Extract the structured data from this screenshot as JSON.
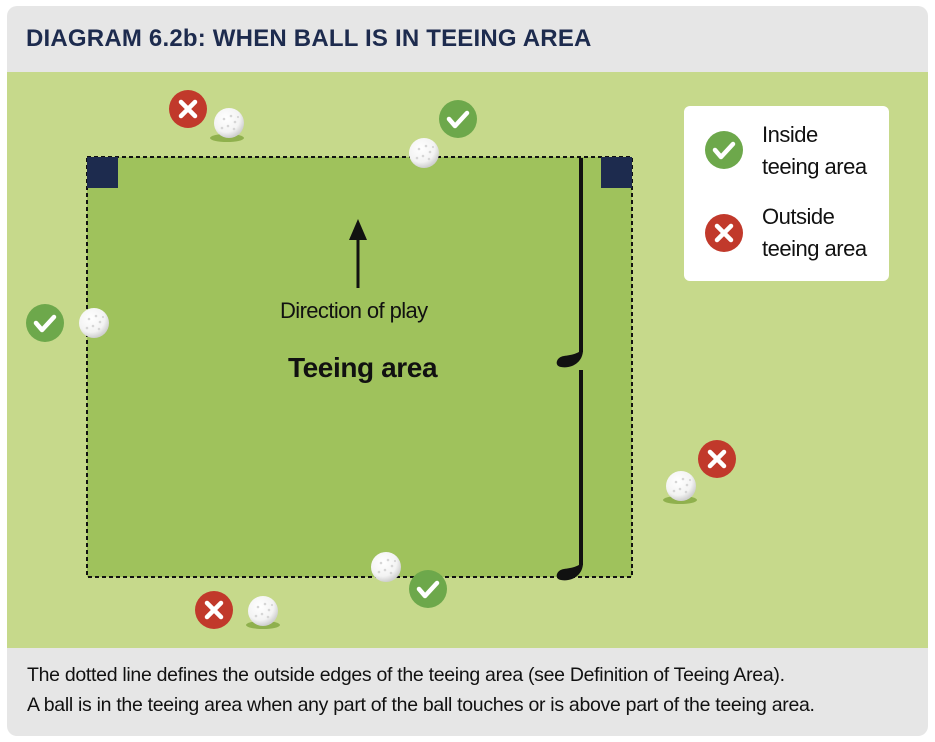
{
  "title": "DIAGRAM 6.2b:  WHEN BALL IS IN TEEING AREA",
  "direction_label": "Direction of play",
  "area_label": "Teeing area",
  "legend": {
    "inside_line1": "Inside",
    "inside_line2": "teeing area",
    "outside_line1": "Outside",
    "outside_line2": "teeing area"
  },
  "caption": {
    "line1": "The dotted line defines the outside edges of the teeing area (see Definition of Teeing Area).",
    "line2": "A ball is in the teeing area when any part of the ball touches or is above part of the teeing area."
  },
  "colors": {
    "field": "#c6d98b",
    "teeing_area": "#9fc25c",
    "check": "#6da84b",
    "cross": "#c1392b",
    "tee_marker": "#1d2b4e",
    "title": "#1d2b4e"
  },
  "icons": [
    "check-icon",
    "cross-icon",
    "golf-ball-icon",
    "arrow-up-icon",
    "golf-club-icon",
    "tee-marker-icon"
  ]
}
